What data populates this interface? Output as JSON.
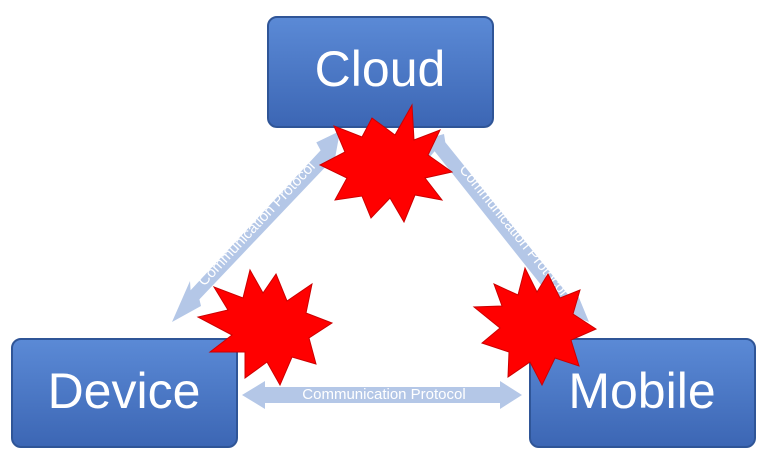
{
  "nodes": {
    "cloud": {
      "label": "Cloud"
    },
    "device": {
      "label": "Device"
    },
    "mobile": {
      "label": "Mobile"
    }
  },
  "links": {
    "cloud_device": {
      "label": "Communication Protocol"
    },
    "cloud_mobile": {
      "label": "Communication Protocol"
    },
    "device_mobile": {
      "label": "Communication Protocol"
    }
  },
  "colors": {
    "box_fill": "#4472c4",
    "box_stroke": "#2f5597",
    "arrow_fill": "#b4c7e7",
    "burst_fill": "#ff0000"
  }
}
